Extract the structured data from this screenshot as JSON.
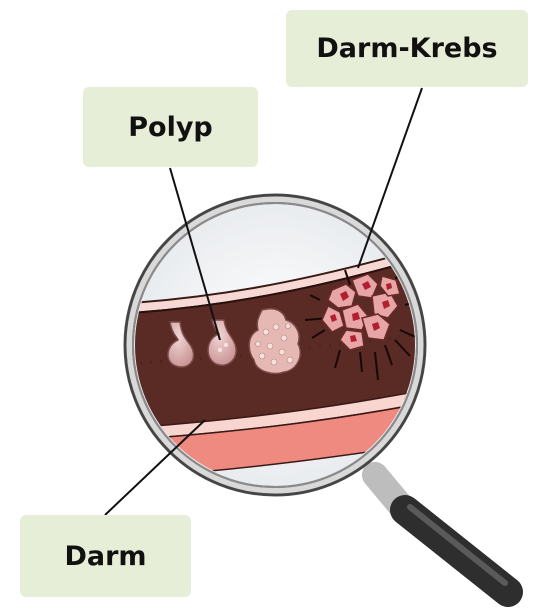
{
  "labels": {
    "colon_cancer": "Darm-Krebs",
    "polyp": "Polyp",
    "bowel": "Darm"
  },
  "colors": {
    "label_background": "#e6eed7",
    "bowel_wall": "#5a2a24",
    "bowel_lining": "#ee8a80",
    "polyp": "#d8a8a8",
    "cancer_cells": "#e8a5a5",
    "cell_nucleus": "#b02030",
    "lens_rim": "#c8c8c8",
    "handle": "#3a3a3a"
  },
  "icons": [
    "magnifying-glass-icon"
  ]
}
